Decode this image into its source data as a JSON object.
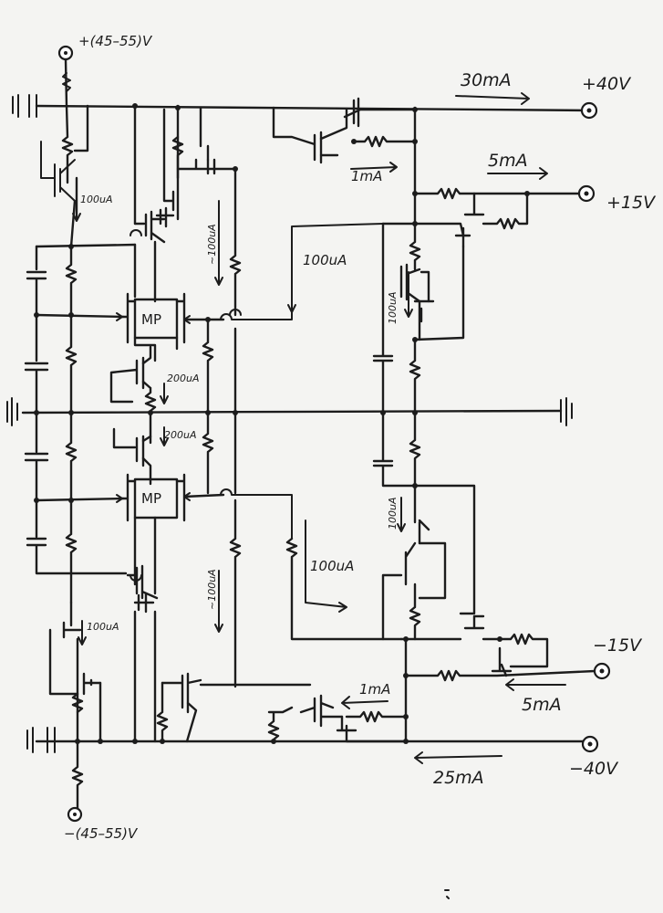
{
  "terminals": {
    "top_supply": "+(45–55)V",
    "bottom_supply": "−(45–55)V",
    "pos40": "+40V",
    "pos15": "+15V",
    "neg15": "−15V",
    "neg40": "−40V"
  },
  "currents": {
    "i_30ma": "30mA",
    "i_5ma_top": "5mA",
    "i_1ma_top": "1mA",
    "i_100ua_left_top": "100uA",
    "i_100ua_right_top": "100uA",
    "i_100ua_vert_top": "~100uA",
    "i_100ua_reg_top": "100uA",
    "i_200ua_a": "200uA",
    "i_200ua_b": "200uA",
    "i_100ua_vert_bot": "~100uA",
    "i_100ua_reg_bot": "100uA",
    "i_100ua_bot_mid": "100uA",
    "i_100ua_left_bot": "100uA",
    "i_1ma_bot": "1mA",
    "i_5ma_bot": "5mA",
    "i_25ma": "25mA"
  },
  "devices": {
    "mp_top": "MP",
    "mp_bot": "MP"
  }
}
